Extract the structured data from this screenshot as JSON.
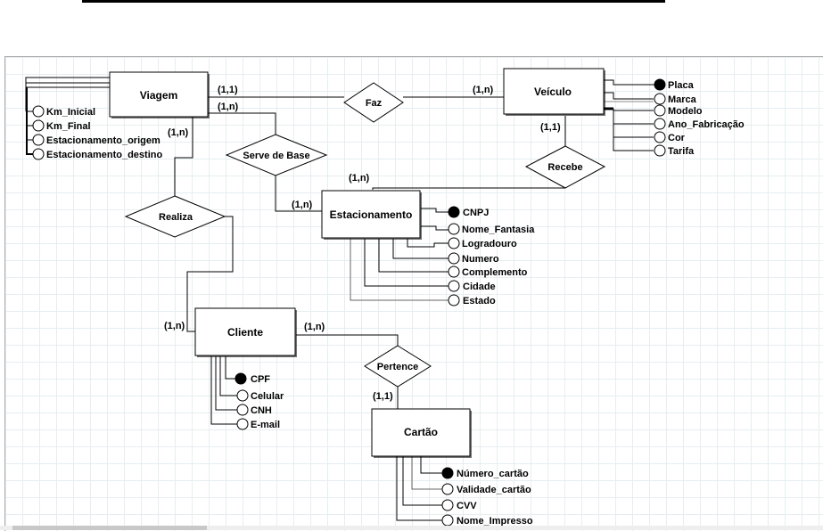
{
  "diagram": {
    "type": "entity-relationship",
    "entities": {
      "viagem": {
        "name": "Viagem",
        "attributes": [
          "Km_Inicial",
          "Km_Final",
          "Estacionamento_origem",
          "Estacionamento_destino"
        ]
      },
      "veiculo": {
        "name": "Veículo",
        "key": "Placa",
        "attributes": [
          "Marca",
          "Modelo",
          "Ano_Fabricação",
          "Cor",
          "Tarifa"
        ]
      },
      "estacionamento": {
        "name": "Estacionamento",
        "key": "CNPJ",
        "attributes": [
          "Nome_Fantasia",
          "Logradouro",
          "Numero",
          "Complemento",
          "Cidade",
          "Estado"
        ]
      },
      "cliente": {
        "name": "Cliente",
        "key": "CPF",
        "attributes": [
          "Celular",
          "CNH",
          "E-mail"
        ]
      },
      "cartao": {
        "name": "Cartão",
        "key": "Número_cartão",
        "attributes": [
          "Validade_cartão",
          "CVV",
          "Nome_Impresso"
        ]
      }
    },
    "relationships": {
      "faz": {
        "name": "Faz",
        "card_viagem": "(1,1)",
        "card_veiculo": "(1,n)"
      },
      "serve_de_base": {
        "name": "Serve de Base",
        "card_viagem": "(1,n)",
        "card_estacionamento": "(1,n)"
      },
      "recebe": {
        "name": "Recebe",
        "card_veiculo": "(1,1)",
        "card_estacionamento": "(1,n)"
      },
      "realiza": {
        "name": "Realiza",
        "card_viagem": "(1,n)",
        "card_cliente": "(1,n)"
      },
      "pertence": {
        "name": "Pertence",
        "card_cliente": "(1,n)",
        "card_cartao": "(1,1)"
      }
    }
  }
}
